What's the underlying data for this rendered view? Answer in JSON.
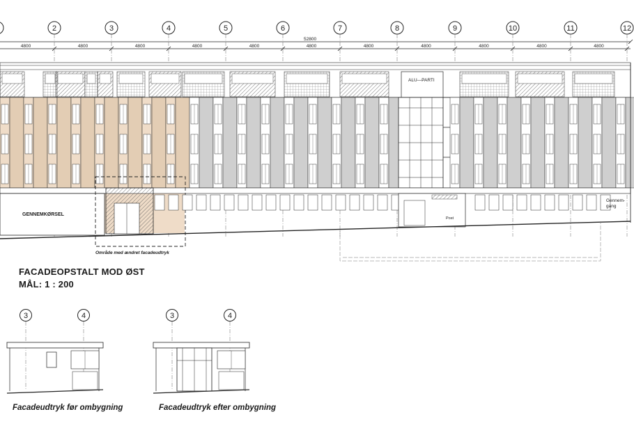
{
  "main_elevation": {
    "axis_labels": [
      "2",
      "3",
      "4",
      "5",
      "6",
      "7",
      "8",
      "9",
      "10",
      "11",
      "12"
    ],
    "spacing_label": "4800",
    "overall_dimension": "52800",
    "alu_label": "ALU—PARTI",
    "passage_left": "GENNEMKØRSEL",
    "passage_right": "Gennem-\ngang",
    "post_label": "Post",
    "area_note": "Område med ændret facadeudtryk"
  },
  "title": "FACADEOPSTALT MOD ØST",
  "scale": "MÅL: 1 : 200",
  "detail_before": {
    "axis_labels": [
      "3",
      "4"
    ],
    "caption": "Facadeudtryk før ombygning"
  },
  "detail_after": {
    "axis_labels": [
      "3",
      "4"
    ],
    "caption": "Facadeudtryk efter ombygning"
  },
  "colors": {
    "line": "#222222",
    "tan": "#efdcc8",
    "tan_dark": "#e3cdb4",
    "gray": "#cfcfcf",
    "gray_dark": "#b8b8b8"
  }
}
